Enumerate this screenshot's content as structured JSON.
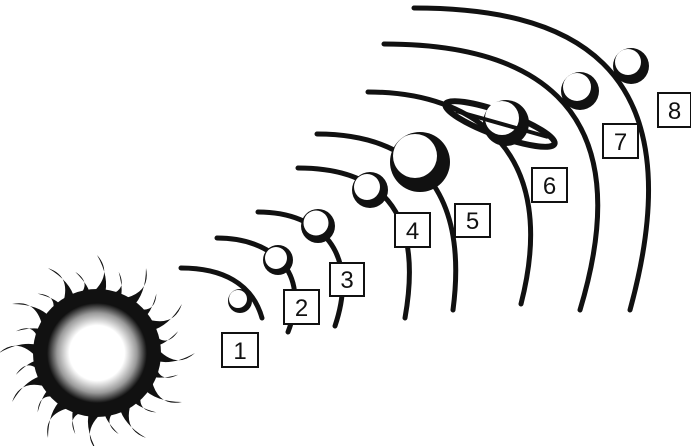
{
  "colors": {
    "ink": "#111111",
    "paper": "#ffffff"
  },
  "sun": {
    "icon": "sun-icon"
  },
  "planets": [
    {
      "label": "1",
      "icon": "planet-1-icon"
    },
    {
      "label": "2",
      "icon": "planet-2-icon"
    },
    {
      "label": "3",
      "icon": "planet-3-icon"
    },
    {
      "label": "4",
      "icon": "planet-4-icon"
    },
    {
      "label": "5",
      "icon": "planet-5-icon"
    },
    {
      "label": "6",
      "icon": "planet-6-ringed-icon"
    },
    {
      "label": "7",
      "icon": "planet-7-icon"
    },
    {
      "label": "8",
      "icon": "planet-8-icon"
    }
  ]
}
